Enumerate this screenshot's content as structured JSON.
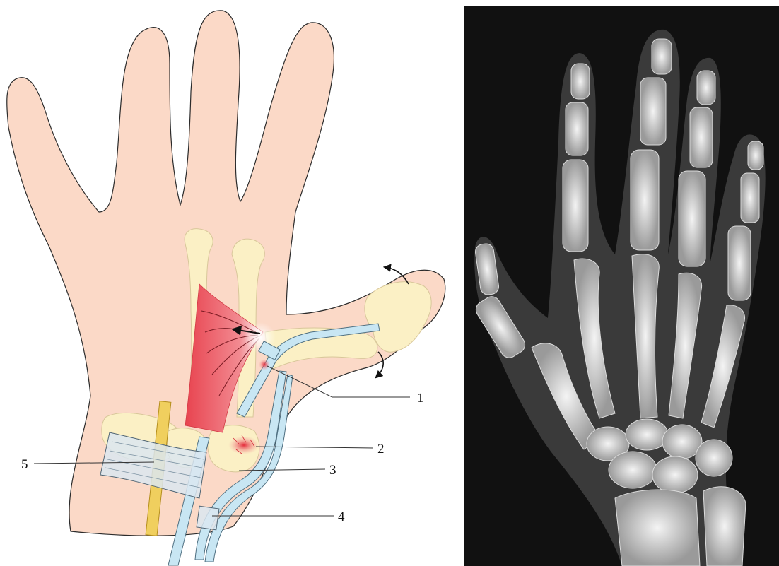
{
  "illustration": {
    "callouts": [
      {
        "id": "1",
        "label": "1"
      },
      {
        "id": "2",
        "label": "2"
      },
      {
        "id": "3",
        "label": "3"
      },
      {
        "id": "4",
        "label": "4"
      },
      {
        "id": "5",
        "label": "5"
      }
    ]
  },
  "colors": {
    "skin": "#fbd9c7",
    "bone": "#fbf0c5",
    "muscle": "#e8434f",
    "tendon": "#c8e6f3",
    "ligament": "#dbe6f0",
    "band": "#f0cf5e",
    "xray_background": "#111111"
  }
}
